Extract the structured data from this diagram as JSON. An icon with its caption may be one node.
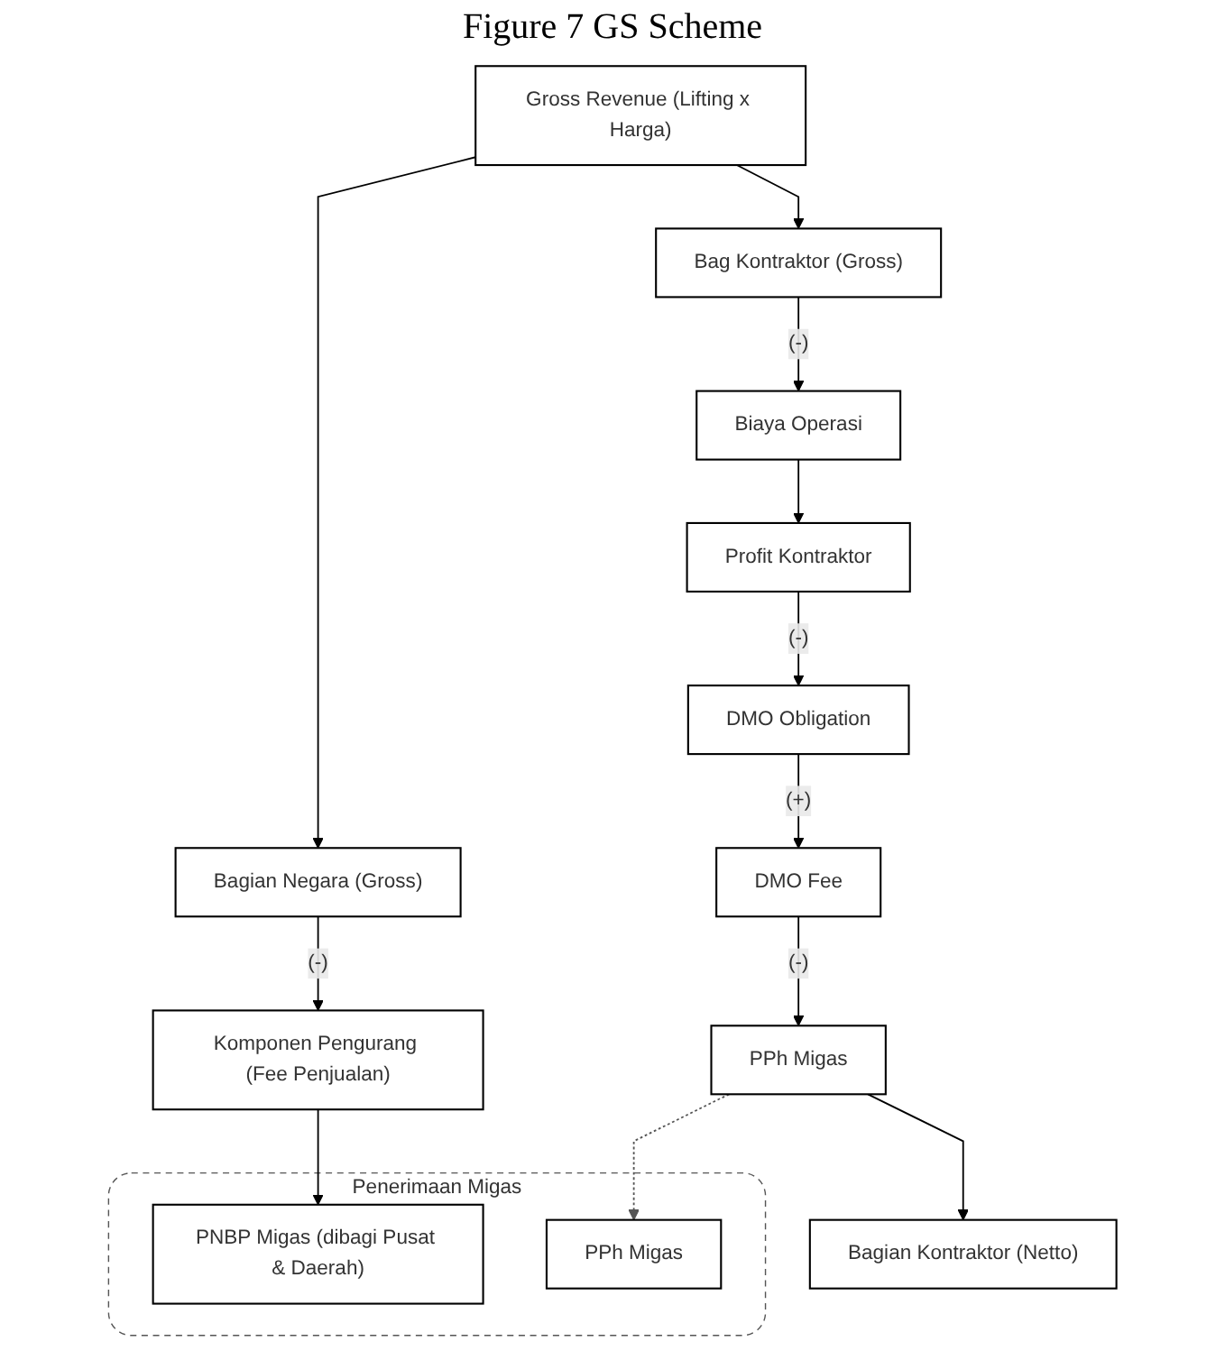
{
  "diagram": {
    "title": "Figure 7 GS Scheme",
    "nodes": [
      {
        "text": [
          "Gross Revenue (Lifting x Harga)"
        ]
      },
      {
        "text": [
          "Bag Kontraktor (Gross)"
        ]
      },
      {
        "text": [
          "Bagian Negara (Gross)"
        ]
      },
      {
        "text": [
          "Biaya Operasi"
        ]
      },
      {
        "text": [
          "Komponen Pengurang (Fee Penjualan)"
        ]
      },
      {
        "text": [
          "Profit Kontraktor"
        ]
      },
      {
        "text": [
          "Penerimaan Migas"
        ]
      },
      {
        "text": [
          "PNBP Migas (dibagi Pusat & Daerah)"
        ],
        "in": 6
      },
      {
        "text": [
          "PPh Migas"
        ],
        "in": 6
      },
      {
        "text": [
          "DMO Obligation"
        ]
      },
      {
        "text": [
          "DMO Fee"
        ]
      },
      {
        "text": [
          "PPh Migas"
        ]
      },
      {
        "text": [
          "Bagian Kontraktor (Netto)"
        ]
      }
    ],
    "edges": [
      {
        "from": 0,
        "to": 1,
        "arrow": "to"
      },
      {
        "from": 0,
        "to": 2,
        "arrow": "to"
      },
      {
        "from": 1,
        "to": 3,
        "arrow": "to",
        "label": "(-)"
      },
      {
        "from": 2,
        "to": 4,
        "arrow": "to",
        "label": "(-)"
      },
      {
        "from": 3,
        "to": 5,
        "arrow": "to"
      },
      {
        "from": 4,
        "to": 7,
        "arrow": "to"
      },
      {
        "from": 5,
        "to": 9,
        "arrow": "to",
        "label": "(-)"
      },
      {
        "from": 9,
        "to": 10,
        "arrow": "to",
        "label": "(+)"
      },
      {
        "from": 10,
        "to": 11,
        "arrow": "to",
        "label": "(-)"
      },
      {
        "from": 11,
        "to": 12,
        "arrow": "to"
      },
      {
        "from": 11,
        "to": 8,
        "arrow": "to",
        "style": "dashed"
      }
    ]
  }
}
